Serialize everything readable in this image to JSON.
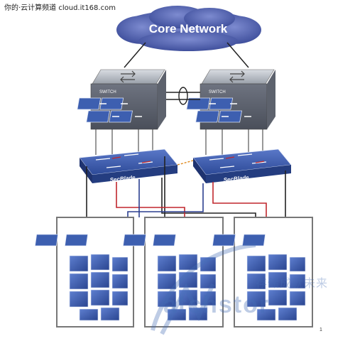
{
  "caption": "你的·云计算频道 cloud.it168.com",
  "core_network": {
    "label": "Core Network"
  },
  "switches": [
    {
      "badge": "SWITCH"
    },
    {
      "badge": "SWITCH"
    }
  ],
  "blades": [
    {
      "label": "SecBlade"
    },
    {
      "label": "SecBlade"
    }
  ],
  "watermark": {
    "cn": "存储成就未来",
    "en": "atchstor"
  },
  "footnote": "1",
  "colors": {
    "cloud": "#4f5fa8",
    "device_blue": "#3d5fb0",
    "device_gray": "#8a8f99",
    "link_black": "#222222",
    "link_red": "#c0272d",
    "link_blue": "#2b3f8f",
    "link_orange": "#e08a1e"
  }
}
